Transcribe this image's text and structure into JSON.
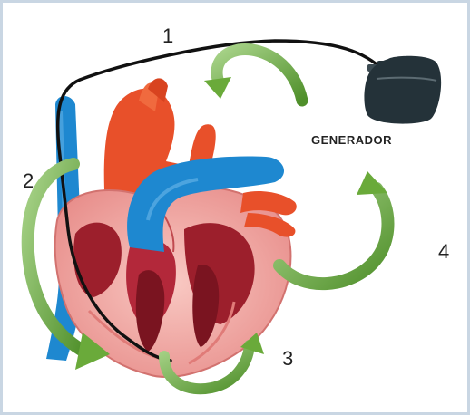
{
  "labels": {
    "generator": "GENERADOR",
    "step_1": "1",
    "step_2": "2",
    "step_3": "3",
    "step_4": "4"
  },
  "colors": {
    "vein_blue": "#1e88d0",
    "artery_red": "#e8502a",
    "muscle_pink": "#f2a7a3",
    "chamber_dark": "#9c1f2c",
    "arrow_green": "#6aaa3a",
    "lead_wire": "#111111",
    "generator_body": "#243239"
  },
  "icons": [
    "pacemaker-generator-icon",
    "heart-illustration",
    "circular-arrow-icon"
  ]
}
